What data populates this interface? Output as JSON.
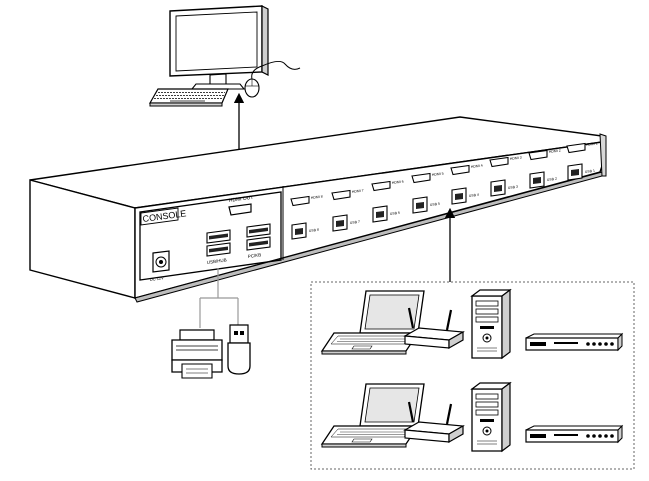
{
  "console_label": "CONSOLE",
  "hdmi_out_label": "HDMI OUT",
  "dc_label": "DC 12V",
  "usb_left_label": "USB/HUB",
  "usb_right_label": "PC/KB",
  "hdmi_inputs": [
    "HDMI 8",
    "HDMI 7",
    "HDMI 6",
    "HDMI 5",
    "HDMI 4",
    "HDMI 3",
    "HDMI 2",
    "HDMI 1"
  ],
  "usb_inputs": [
    "USB 8",
    "USB 7",
    "USB 6",
    "USB 5",
    "USB 4",
    "USB 3",
    "USB 2",
    "USB 1"
  ]
}
